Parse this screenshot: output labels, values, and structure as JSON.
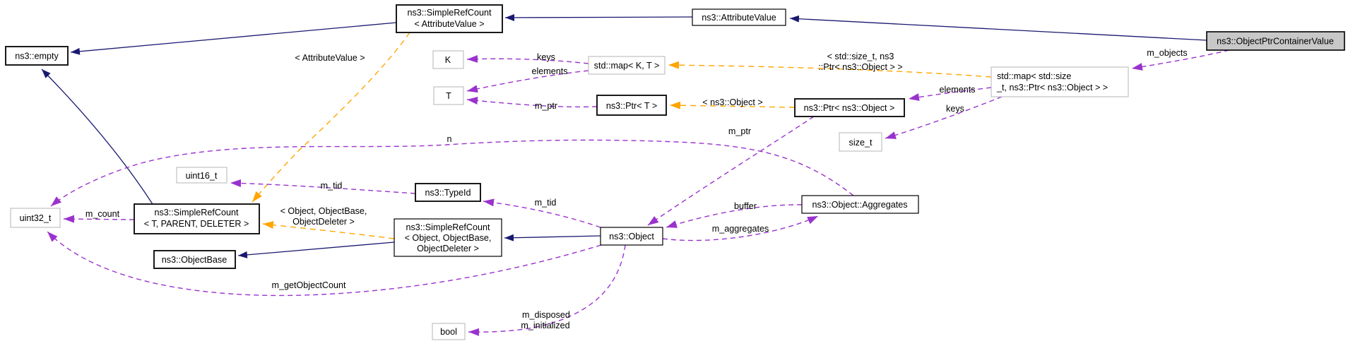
{
  "diagram": {
    "type": "doxygen-collaboration-graph",
    "main_class": "ns3::ObjectPtrContainerValue",
    "colors": {
      "inheritance_edge": "#191970",
      "usage_edge": "#9a32cd",
      "template_edge": "#ffa500",
      "main_node_fill": "#c8c8c8",
      "node_border": "#000000",
      "external_node_border": "#c0c0c0",
      "background": "#ffffff"
    },
    "nodes": {
      "empty": {
        "lines": [
          "ns3::empty"
        ]
      },
      "simple_ref_count_attribute_value": {
        "lines": [
          "ns3::SimpleRefCount",
          "< AttributeValue >"
        ]
      },
      "attribute_value": {
        "lines": [
          "ns3::AttributeValue"
        ]
      },
      "object_ptr_container_value": {
        "lines": [
          "ns3::ObjectPtrContainerValue"
        ]
      },
      "k": {
        "lines": [
          "K"
        ]
      },
      "map_k_t": {
        "lines": [
          "std::map< K, T >"
        ]
      },
      "t": {
        "lines": [
          "T"
        ]
      },
      "ptr_t": {
        "lines": [
          "ns3::Ptr< T >"
        ]
      },
      "ptr_object": {
        "lines": [
          "ns3::Ptr< ns3::Object >"
        ]
      },
      "map_size_t_ptr_object": {
        "lines": [
          "std::map< std::size",
          "_t, ns3::Ptr< ns3::Object > >"
        ]
      },
      "size_t": {
        "lines": [
          "size_t"
        ]
      },
      "uint16_t": {
        "lines": [
          "uint16_t"
        ]
      },
      "uint32_t": {
        "lines": [
          "uint32_t"
        ]
      },
      "simple_ref_count_t_parent_deleter": {
        "lines": [
          "ns3::SimpleRefCount",
          "< T, PARENT, DELETER >"
        ]
      },
      "type_id": {
        "lines": [
          "ns3::TypeId"
        ]
      },
      "simple_ref_count_object": {
        "lines": [
          "ns3::SimpleRefCount",
          "< Object, ObjectBase,",
          "ObjectDeleter >"
        ]
      },
      "object_base": {
        "lines": [
          "ns3::ObjectBase"
        ]
      },
      "object": {
        "lines": [
          "ns3::Object"
        ]
      },
      "aggregates": {
        "lines": [
          "ns3::Object::Aggregates"
        ]
      },
      "bool": {
        "lines": [
          "bool"
        ]
      }
    },
    "edge_labels": {
      "attribute_value_tmpl": "< AttributeValue >",
      "keys_top": "keys",
      "elements_top": "elements",
      "m_ptr_t": "m_ptr",
      "ns3_object_tmpl": "< ns3::Object >",
      "size_tmpl_line1": "< std::size_t, ns3",
      "size_tmpl_line2": "::Ptr< ns3::Object > >",
      "elements_right": "elements",
      "keys_right": "keys",
      "m_objects": "m_objects",
      "m_ptr_object": "m_ptr",
      "n": "n",
      "m_tid_typeid": "m_tid",
      "m_tid_object": "m_tid",
      "object_tmpl_line1": "< Object, ObjectBase,",
      "object_tmpl_line2": "ObjectDeleter >",
      "buffer": "buffer",
      "m_aggregates": "m_aggregates",
      "m_count": "m_count",
      "m_get_object_count": "m_getObjectCount",
      "m_disposed_line1": "m_disposed",
      "m_disposed_line2": "m_initialized"
    }
  }
}
